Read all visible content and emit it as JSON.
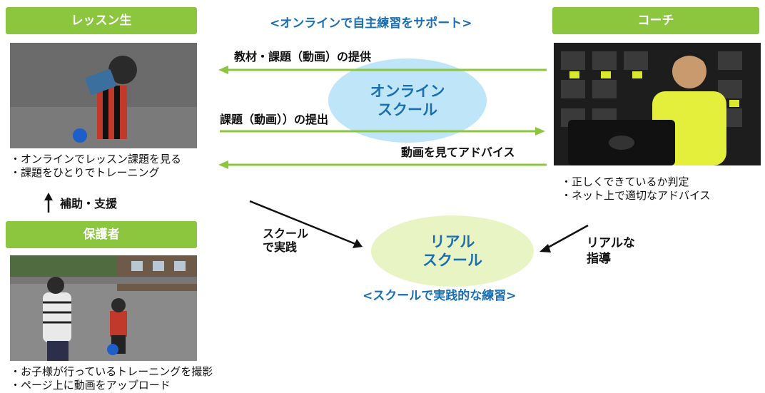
{
  "headers": {
    "student": "レッスン生",
    "coach": "コーチ",
    "guardian": "保護者"
  },
  "top_caption": "<オンラインで自主練習をサポート>",
  "bottom_caption": "<スクールで実践的な練習>",
  "online_school": {
    "line1": "オンライン",
    "line2": "スクール"
  },
  "real_school": {
    "line1": "リアル",
    "line2": "スクール"
  },
  "arrows": {
    "materials": "教材・課題（動画）の提供",
    "submit": "課題（動画））の提出",
    "advice": "動画を見てアドバイス",
    "support": "補助・支援",
    "practice_line1": "スクール",
    "practice_line2": "で実践",
    "guidance_line1": "リアルな",
    "guidance_line2": "指導"
  },
  "student_notes": [
    "・オンラインでレッスン課題を見る",
    "・課題をひとりでトレーニング"
  ],
  "coach_notes": [
    "・正しくできているか判定",
    "・ネット上で適切なアドバイス"
  ],
  "guardian_notes": [
    "・お子様が行っているトレーニングを撮影",
    "・ページ上に動画をアップロード"
  ],
  "colors": {
    "header_green": "#8cc63f",
    "arrow_green": "#8cc63f",
    "caption_blue": "#1a6fb3",
    "online_bubble": "#bfe6f8",
    "real_bubble": "#e9f4c4"
  }
}
